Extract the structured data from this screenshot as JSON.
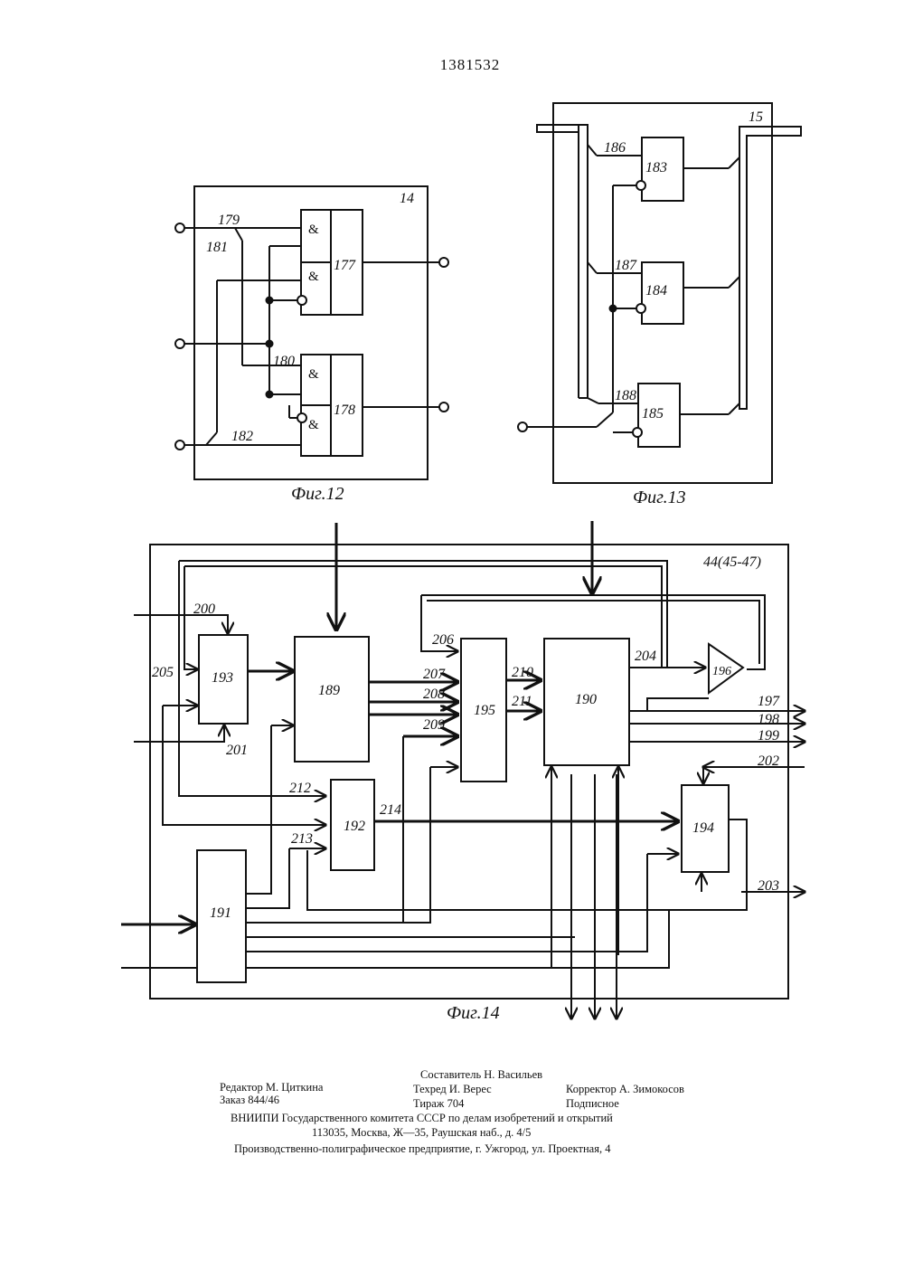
{
  "page_number": "1381532",
  "fig12": {
    "frame_label": "14",
    "caption": "Фиг.12",
    "blocks": [
      "177",
      "178"
    ],
    "wires": [
      "179",
      "180",
      "181",
      "182"
    ]
  },
  "fig13": {
    "frame_label": "15",
    "caption": "Фиг.13",
    "blocks": [
      "183",
      "184",
      "185"
    ],
    "wires": [
      "186",
      "187",
      "188"
    ]
  },
  "fig14": {
    "frame_label": "44(45-47)",
    "caption": "Фиг.14",
    "blocks": [
      "189",
      "190",
      "191",
      "192",
      "193",
      "194",
      "195",
      "196"
    ],
    "wires": [
      "197",
      "198",
      "199",
      "200",
      "201",
      "202",
      "203",
      "204",
      "205",
      "206",
      "207",
      "208",
      "209",
      "210",
      "211",
      "212",
      "213",
      "214"
    ]
  },
  "colophon": {
    "editor": "Редактор М. Циткина",
    "order": "Заказ 844/46",
    "compiler": "Составитель Н. Васильев",
    "tech_editor": "Техред И. Верес",
    "circulation": "Тираж 704",
    "proofreader": "Корректор А. Зимокосов",
    "subscription": "Подписное",
    "institute": "ВНИИПИ Государственного комитета СССР по делам изобретений и открытий",
    "address": "113035, Москва, Ж—35, Раушская наб., д. 4/5",
    "printer": "Производственно-полиграфическое предприятие, г. Ужгород, ул. Проектная, 4"
  }
}
